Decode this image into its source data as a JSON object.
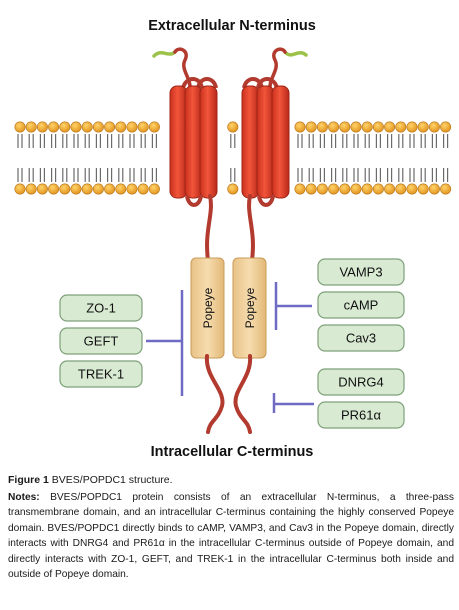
{
  "diagram": {
    "top_label": "Extracellular N-terminus",
    "bottom_label": "Intracellular C-terminus",
    "domain_label": "Popeye",
    "left_partners": [
      "ZO-1",
      "GEFT",
      "TREK-1"
    ],
    "right_partners_upper": [
      "VAMP3",
      "cAMP",
      "Cav3"
    ],
    "right_partners_lower": [
      "DNRG4",
      "PR61α"
    ],
    "colors": {
      "helix": "#e8452c",
      "helix_dark": "#b8291a",
      "popeye": "#f2d3a1",
      "box_fill": "#d9ead3",
      "box_stroke": "#7fa17a",
      "connector": "#6f6ac2",
      "lipid_head": "#f0a82c",
      "n_tail": "#9cc24a",
      "chain": "#b23a2e"
    }
  },
  "caption": {
    "title_bold": "Figure 1",
    "title_text": " BVES/POPDC1 structure.",
    "notes_bold": "Notes:",
    "notes_text": " BVES/POPDC1 protein consists of an extracellular N-terminus, a three-pass transmembrane domain, and an intracellular C-terminus containing the highly conserved Popeye domain. BVES/POPDC1 directly binds to cAMP, VAMP3, and Cav3 in the Popeye domain, directly interacts with DNRG4 and PR61α in the intracellular C-terminus outside of Popeye domain, and directly interacts with ZO-1, GEFT, and TREK-1 in the intracellular C-terminus both inside and outside of Popeye domain."
  }
}
